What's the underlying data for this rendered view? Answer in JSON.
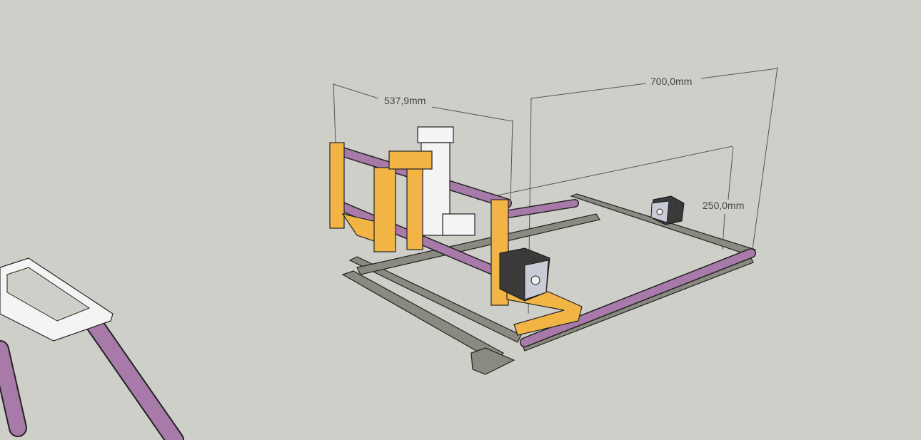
{
  "viewport": {
    "background": "#cfcfca"
  },
  "dimensions": {
    "width_x": "537,9mm",
    "length_y": "700,0mm",
    "height_z": "250,0mm"
  },
  "colors": {
    "rod": "#a77aa9",
    "frame": "#f2b545",
    "rail": "#8a8a80"
  }
}
